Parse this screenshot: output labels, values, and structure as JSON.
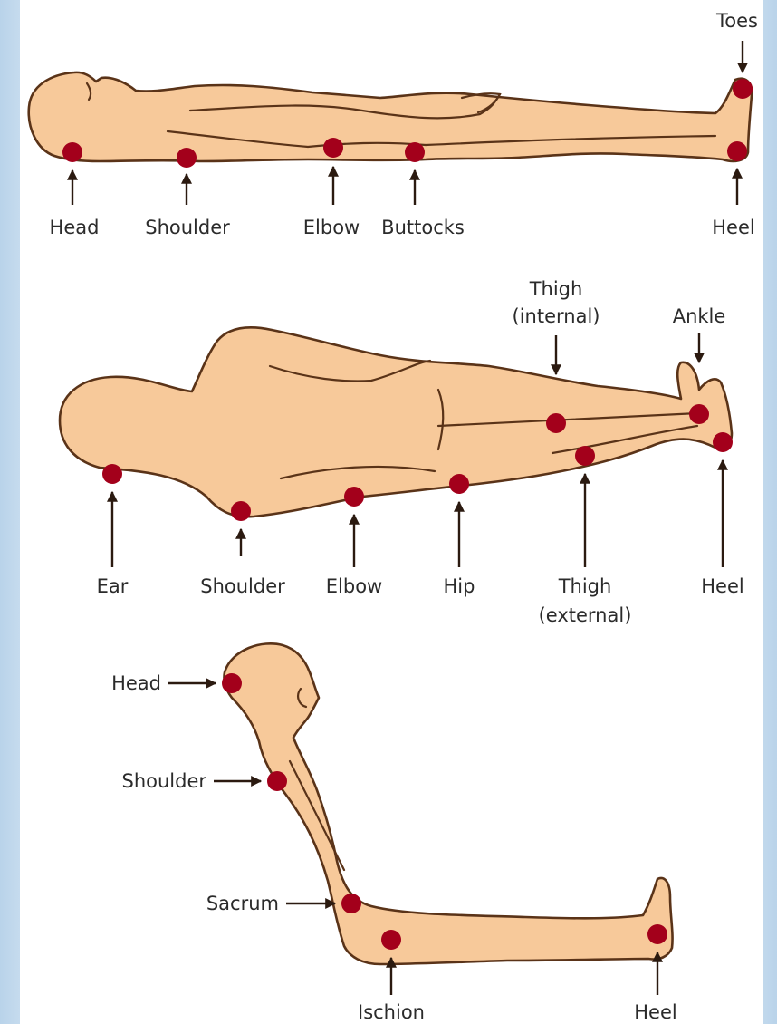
{
  "panels": {
    "supine": {
      "labels": {
        "toes": "Toes",
        "head": "Head",
        "shoulder": "Shoulder",
        "elbow": "Elbow",
        "buttocks": "Buttocks",
        "heel": "Heel"
      }
    },
    "lateral": {
      "labels": {
        "thigh_internal_1": "Thigh",
        "thigh_internal_2": "(internal)",
        "ankle": "Ankle",
        "ear": "Ear",
        "shoulder": "Shoulder",
        "elbow": "Elbow",
        "hip": "Hip",
        "thigh_external_1": "Thigh",
        "thigh_external_2": "(external)",
        "heel": "Heel"
      }
    },
    "sitting": {
      "labels": {
        "head": "Head",
        "shoulder": "Shoulder",
        "sacrum": "Sacrum",
        "ischion": "Ischion",
        "heel": "Heel"
      }
    }
  },
  "colors": {
    "skin": "#f7c99a",
    "outline": "#5a3318",
    "pressure_point": "#a3001b",
    "arrow": "#2b1a10",
    "side_gradient": "#b9d3ea"
  }
}
